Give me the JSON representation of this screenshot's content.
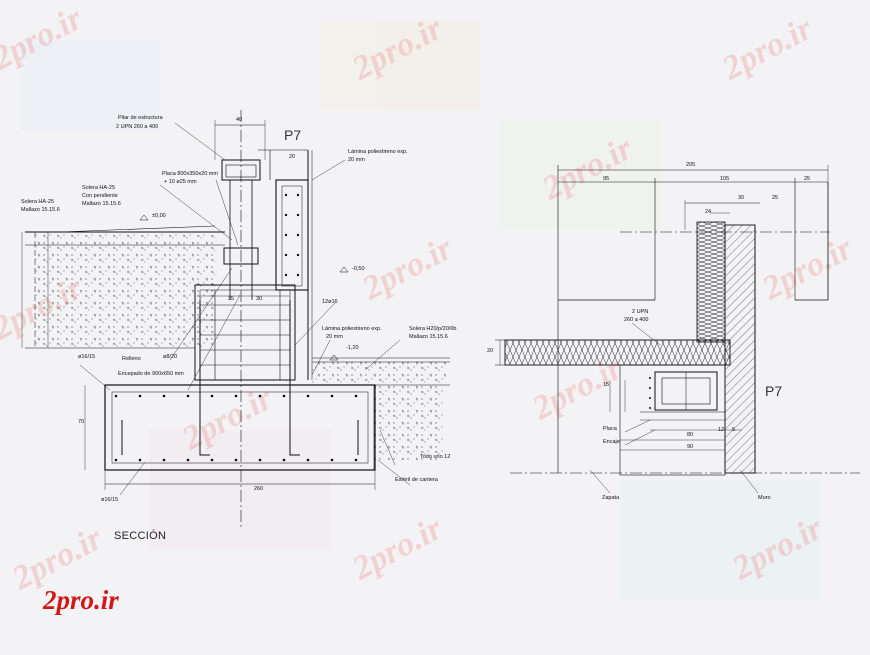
{
  "watermark": "2pro.ir",
  "logo": "2pro.ir",
  "left_section": {
    "pilar_line1": "Pilar de estructura",
    "pilar_line2": "2 UPN 260 a 400",
    "dim_40": "40",
    "label_p7": "P7",
    "dim_20": "20",
    "lamina_top_1": "Lámina poliestireno exp.",
    "lamina_top_2": "20 mm",
    "placa_1": "Placa 800x350x20 mm",
    "placa_2": "+ 10 ø25 mm",
    "solera_ha25_1": "Solera HA-25",
    "solera_ha25_2": "Con pendiente",
    "solera_ha25_3": "Mallazo 15.15.6",
    "solera_left_1": "Solera HA-25",
    "solera_left_2": "Mallazo 15.15.6",
    "level_000": "±0,00",
    "level_050": "-0,50",
    "bars_12": "12ø16",
    "dim_35": "35",
    "dim_30": "30",
    "lamina_mid_1": "Lámina poliestireno exp.",
    "lamina_mid_2": "20 mm",
    "solera_h20_1": "Solera H20/p/20/IIb",
    "solera_h20_2": "Mallazo 15.15.6",
    "level_120": "-1,20",
    "bars_16_15": "ø16/15",
    "relleno": "Relleno",
    "bars_8_20": "ø8/20",
    "encepado": "Encepado de 900x650 mm",
    "dim_70": "70",
    "todo_uno": "Todo uno 12",
    "esteril": "Estéril de cantera",
    "dim_260": "260",
    "bars_bottom": "ø16/15",
    "section_title": "SECCIÓN"
  },
  "right_detail": {
    "dim_total": "205",
    "dim_95": "95",
    "dim_105": "105",
    "dim_25a": "25",
    "dim_24": "24",
    "dim_30": "30",
    "dim_25b": "25",
    "upn_1": "2 UPN",
    "upn_2": "260 a 400",
    "dim_20": "20",
    "dim_15": "15",
    "label_p7": "P7",
    "dim_12": "12",
    "dim_5": "5",
    "placa": "Placa",
    "encaje": "Encaje",
    "dim_80": "80",
    "dim_90": "90",
    "zapata": "Zapata",
    "muro": "Muro"
  }
}
